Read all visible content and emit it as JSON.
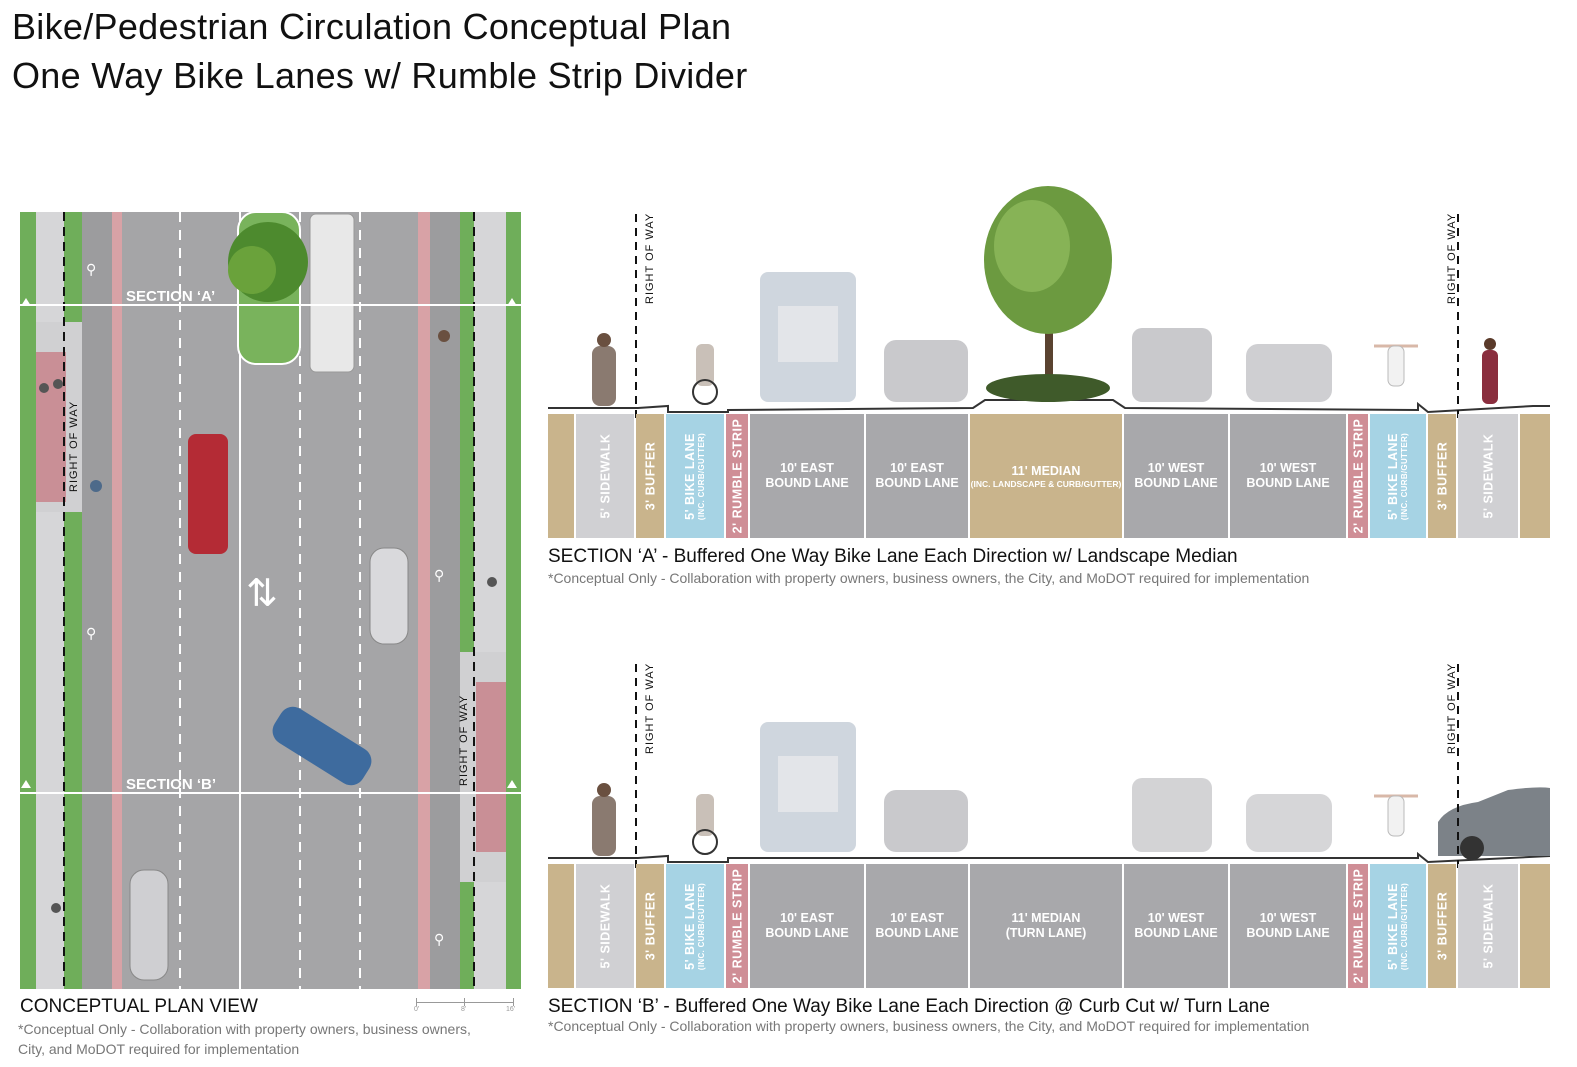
{
  "title_line1": "Bike/Pedestrian Circulation Conceptual Plan",
  "title_line2": "One Way Bike Lanes w/ Rumble Strip Divider",
  "plan": {
    "section_a_label": "SECTION ‘A’",
    "section_b_label": "SECTION ‘B’",
    "row_label": "RIGHT OF WAY",
    "caption": "CONCEPTUAL PLAN VIEW",
    "note": "*Conceptual Only - Collaboration with property owners, business owners, City, and MoDOT required for implementation",
    "scale_labels": [
      "0'",
      "8'",
      "16'"
    ]
  },
  "section_a": {
    "row_label": "RIGHT OF WAY",
    "caption": "SECTION ‘A’ - Buffered One Way Bike Lane Each Direction w/ Landscape Median",
    "note": "*Conceptual Only - Collaboration with property owners, business owners, the City, and MoDOT required for implementation",
    "segments": [
      {
        "label": "",
        "sub": "",
        "color": "#c9b48c",
        "vertical": false
      },
      {
        "label": "5' SIDEWALK",
        "sub": "",
        "color": "#d0d0d3",
        "vertical": true
      },
      {
        "label": "3' BUFFER",
        "sub": "",
        "color": "#c9b48c",
        "vertical": true
      },
      {
        "label": "5' BIKE LANE",
        "sub": "(INC. CURB/GUTTER)",
        "color": "#a6d3e4",
        "vertical": true
      },
      {
        "label": "2' RUMBLE STRIP",
        "sub": "",
        "color": "#cf8e96",
        "vertical": true
      },
      {
        "label": "10' EAST BOUND LANE",
        "sub": "",
        "color": "#a8a8ab",
        "vertical": false
      },
      {
        "label": "10' EAST BOUND LANE",
        "sub": "",
        "color": "#a8a8ab",
        "vertical": false
      },
      {
        "label": "11' MEDIAN",
        "sub": "(INC. LANDSCAPE & CURB/GUTTER)",
        "color": "#c9b48c",
        "vertical": false
      },
      {
        "label": "10' WEST BOUND LANE",
        "sub": "",
        "color": "#a8a8ab",
        "vertical": false
      },
      {
        "label": "10' WEST BOUND LANE",
        "sub": "",
        "color": "#a8a8ab",
        "vertical": false
      },
      {
        "label": "2' RUMBLE STRIP",
        "sub": "",
        "color": "#cf8e96",
        "vertical": true
      },
      {
        "label": "5' BIKE LANE",
        "sub": "(INC. CURB/GUTTER)",
        "color": "#a6d3e4",
        "vertical": true
      },
      {
        "label": "3' BUFFER",
        "sub": "",
        "color": "#c9b48c",
        "vertical": true
      },
      {
        "label": "5' SIDEWALK",
        "sub": "",
        "color": "#d0d0d3",
        "vertical": true
      },
      {
        "label": "",
        "sub": "",
        "color": "#c9b48c",
        "vertical": false
      }
    ]
  },
  "section_b": {
    "row_label": "RIGHT OF WAY",
    "caption": "SECTION ‘B’ - Buffered One Way Bike Lane Each Direction @ Curb Cut w/ Turn Lane",
    "note": "*Conceptual Only - Collaboration with property owners, business owners, the City, and MoDOT required for implementation",
    "segments": [
      {
        "label": "",
        "sub": "",
        "color": "#c9b48c",
        "vertical": false
      },
      {
        "label": "5' SIDEWALK",
        "sub": "",
        "color": "#d0d0d3",
        "vertical": true
      },
      {
        "label": "3' BUFFER",
        "sub": "",
        "color": "#c9b48c",
        "vertical": true
      },
      {
        "label": "5' BIKE LANE",
        "sub": "(INC. CURB/GUTTER)",
        "color": "#a6d3e4",
        "vertical": true
      },
      {
        "label": "2' RUMBLE STRIP",
        "sub": "",
        "color": "#cf8e96",
        "vertical": true
      },
      {
        "label": "10' EAST BOUND LANE",
        "sub": "",
        "color": "#a8a8ab",
        "vertical": false
      },
      {
        "label": "10' EAST BOUND LANE",
        "sub": "",
        "color": "#a8a8ab",
        "vertical": false
      },
      {
        "label": "11' MEDIAN",
        "sub": "(TURN LANE)",
        "color": "#a8a8ab",
        "vertical": false
      },
      {
        "label": "10' WEST BOUND LANE",
        "sub": "",
        "color": "#a8a8ab",
        "vertical": false
      },
      {
        "label": "10' WEST BOUND LANE",
        "sub": "",
        "color": "#a8a8ab",
        "vertical": false
      },
      {
        "label": "2' RUMBLE STRIP",
        "sub": "",
        "color": "#cf8e96",
        "vertical": true
      },
      {
        "label": "5' BIKE LANE",
        "sub": "(INC. CURB/GUTTER)",
        "color": "#a6d3e4",
        "vertical": true
      },
      {
        "label": "3' BUFFER",
        "sub": "",
        "color": "#c9b48c",
        "vertical": true
      },
      {
        "label": "5' SIDEWALK",
        "sub": "",
        "color": "#d0d0d3",
        "vertical": true
      },
      {
        "label": "",
        "sub": "",
        "color": "#c9b48c",
        "vertical": false
      }
    ]
  }
}
